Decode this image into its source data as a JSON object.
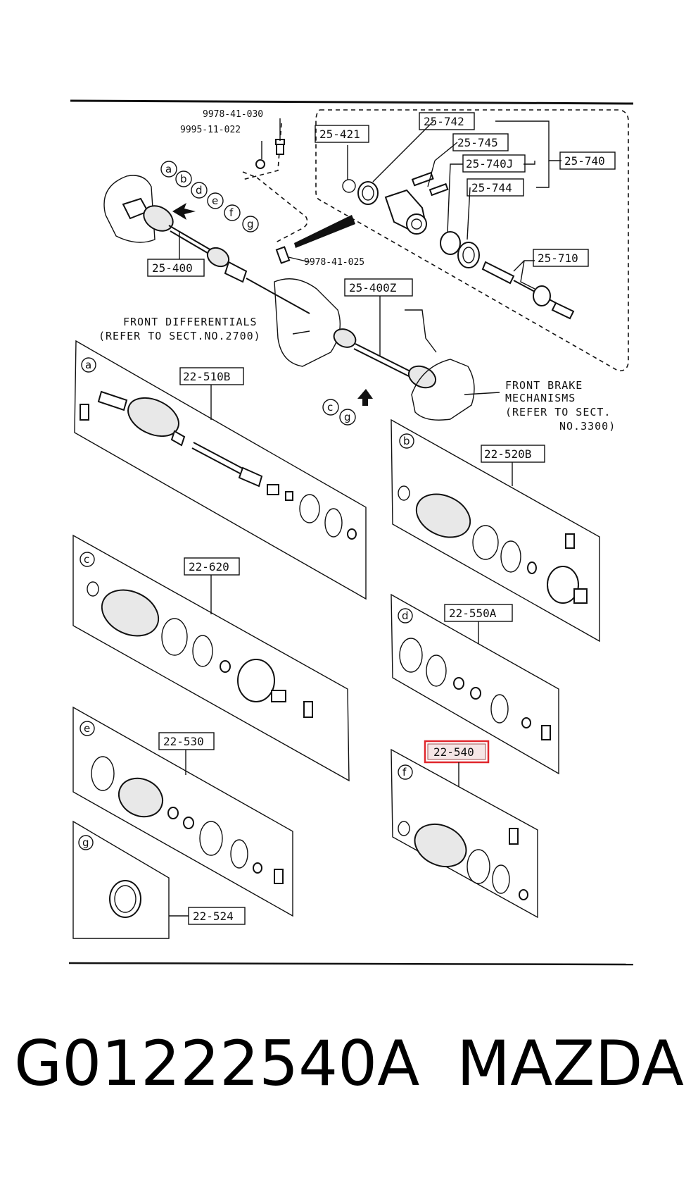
{
  "callouts": {
    "p25_421": "25-421",
    "p25_742": "25-742",
    "p25_745": "25-745",
    "p25_740J": "25-740J",
    "p25_744": "25-744",
    "p25_740": "25-740",
    "p25_710": "25-710",
    "p25_400": "25-400",
    "p25_400Z": "25-400Z",
    "p22_510B": "22-510B",
    "p22_520B": "22-520B",
    "p22_620": "22-620",
    "p22_550A": "22-550A",
    "p22_530": "22-530",
    "p22_540": "22-540",
    "p22_524": "22-524"
  },
  "bolts": {
    "b1": "9978-41-030",
    "b2": "9995-11-022",
    "b3": "9978-41-025"
  },
  "notes": {
    "front_diff_1": "FRONT DIFFERENTIALS",
    "front_diff_2": "(REFER TO SECT.NO.2700)",
    "brake_1": "FRONT BRAKE",
    "brake_2": "MECHANISMS",
    "brake_3": "(REFER TO SECT.",
    "brake_4": "NO.3300)"
  },
  "letters": {
    "a": "a",
    "b": "b",
    "c": "c",
    "d": "d",
    "e": "e",
    "f": "f",
    "g": "g"
  },
  "caption": {
    "part_number": "G01222540A",
    "brand": "MAZDA"
  },
  "highlight_color": "#e0262c"
}
